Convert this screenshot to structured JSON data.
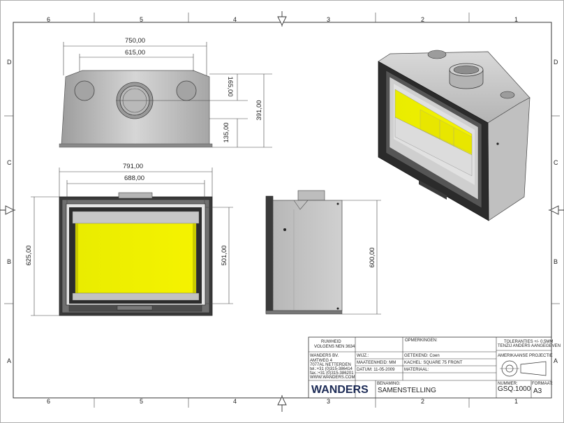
{
  "dimensions": {
    "top_view_width_overall": "750,00",
    "top_view_width_inner": "615,00",
    "top_view_height_upper": "165,00",
    "top_view_height_total": "391,00",
    "top_view_height_lower": "135,00",
    "front_view_width_overall": "791,00",
    "front_view_width_inner": "688,00",
    "front_view_height_overall": "625,00",
    "front_view_glass_height": "501,00",
    "side_view_height": "600,00"
  },
  "grid_labels": {
    "columns": [
      "6",
      "5",
      "4",
      "3",
      "2",
      "1"
    ],
    "rows": [
      "D",
      "C",
      "B",
      "A"
    ]
  },
  "title_block": {
    "roughness_label": "RUWHEID",
    "roughness_standard": "VOLGENS NEN 3634",
    "remarks_label": "OPMERKINGEN:",
    "tolerances_line1": "TOLERANTIES +/- 0,5MM",
    "tolerances_line2": "TENZIJ ANDERS AANGEGEVEN",
    "company_lines": [
      "WANDERS BV.",
      "AMTWEG 4",
      "7077AL NETTERDEN",
      "tel.:+31 (0)315-386414",
      "fax.:+31 (0)315-386201",
      "WWW.WANDERS.COM"
    ],
    "change_label": "WIJZ.:",
    "drawn_by": "GETEKEND: Coen",
    "projection_label": "AMERIKAANSE PROJECTIE",
    "unit_label": "MAATEENHEID: MM",
    "stove_label": "KACHEL: SQUARE 75 FRONT",
    "date_label": "DATUM: 11-05-2009",
    "material_label": "MATERIAAL:",
    "logo_text": "WANDERS",
    "name_label": "BENAMING:",
    "name_value": "SAMENSTELLING",
    "number_label": "NUMMER:",
    "number_value": "GSQ.1000",
    "format_label": "FORMAAT:",
    "format_value": "A3"
  },
  "colors": {
    "glass_yellow": "#f2f000",
    "stove_gray": "#c9c9c9",
    "frame_dark": "#2e2e2e",
    "logo_blue": "#1b2a55"
  }
}
